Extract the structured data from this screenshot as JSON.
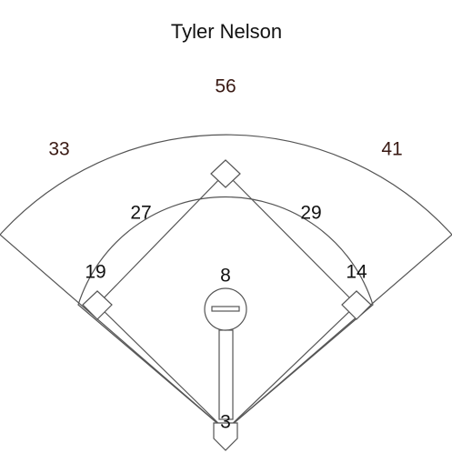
{
  "title": "Tyler Nelson",
  "fielders": {
    "left_field": "33",
    "center_field": "56",
    "right_field": "41",
    "shortstop": "27",
    "second_base": "29",
    "third_base": "19",
    "pitcher": "8",
    "first_base": "14",
    "catcher": "3"
  },
  "colors": {
    "outfield_numbers": "#3a1a14",
    "infield_numbers": "#111111",
    "lines": "#555555"
  }
}
